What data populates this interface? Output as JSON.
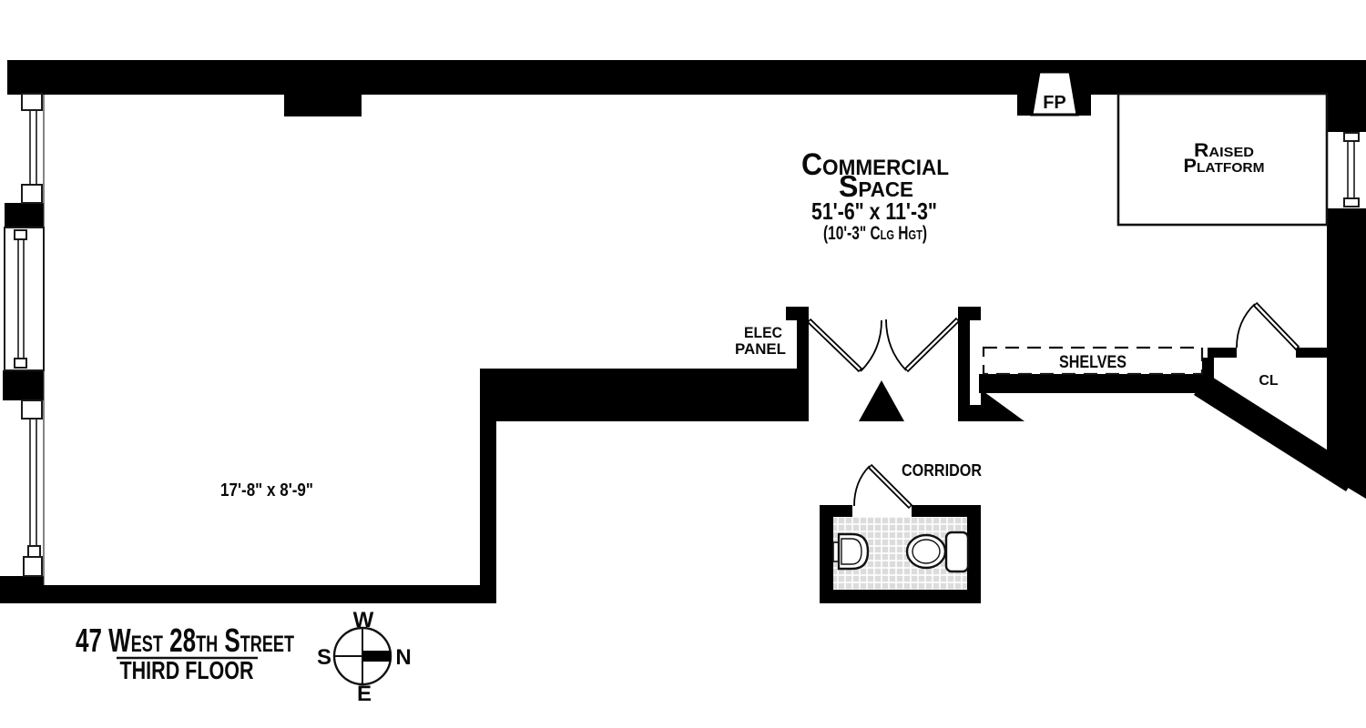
{
  "colors": {
    "wall": "#000000",
    "background": "#ffffff",
    "tile_fill": "#e0e0e0",
    "tile_line": "#ffffff"
  },
  "commercial_space": {
    "name_line1": "Commercial",
    "name_line2": "Space",
    "dimensions": "51'-6\" x 11'-3\"",
    "ceiling_height": "(10'-3\" Clg Hgt)"
  },
  "left_room": {
    "dimensions": "17'-8\" x 8'-9\""
  },
  "features": {
    "fireplace": "FP",
    "raised_platform_line1": "Raised",
    "raised_platform_line2": "Platform",
    "elec_panel_line1": "ELEC",
    "elec_panel_line2": "PANEL",
    "shelves": "SHELVES",
    "closet": "CL",
    "corridor": "CORRIDOR"
  },
  "title_block": {
    "address": "47 West 28th Street",
    "floor": "THIRD FLOOR"
  },
  "compass": {
    "top": "W",
    "left": "S",
    "right": "N",
    "bottom": "E"
  }
}
